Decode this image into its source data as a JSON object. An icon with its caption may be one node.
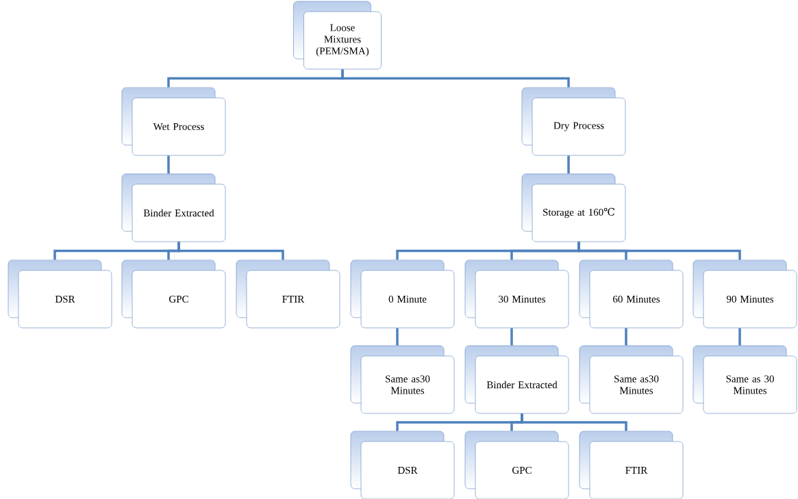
{
  "diagram": {
    "nodes": [
      {
        "text": [
          "Loose Mixtures (PEM/SMA)"
        ]
      },
      {
        "text": [
          "Wet Process"
        ]
      },
      {
        "text": [
          "Dry Process"
        ]
      },
      {
        "text": [
          "Binder Extracted"
        ]
      },
      {
        "text": [
          "Storage at 160℃"
        ]
      },
      {
        "text": [
          "DSR"
        ]
      },
      {
        "text": [
          "GPC"
        ]
      },
      {
        "text": [
          "FTIR"
        ]
      },
      {
        "text": [
          "0 Minute"
        ]
      },
      {
        "text": [
          "30 Minutes"
        ]
      },
      {
        "text": [
          "60 Minutes"
        ]
      },
      {
        "text": [
          "90 Minutes"
        ]
      },
      {
        "text": [
          "Same as30 Minutes"
        ]
      },
      {
        "text": [
          "Binder Extracted"
        ]
      },
      {
        "text": [
          "Same as30 Minutes"
        ]
      },
      {
        "text": [
          "Same as 30 Minutes"
        ]
      },
      {
        "text": [
          "DSR"
        ]
      },
      {
        "text": [
          "GPC"
        ]
      },
      {
        "text": [
          "FTIR"
        ]
      }
    ],
    "edges": [
      {
        "from": 0,
        "to": 1,
        "arrow": "none"
      },
      {
        "from": 0,
        "to": 2,
        "arrow": "none"
      },
      {
        "from": 1,
        "to": 3,
        "arrow": "none"
      },
      {
        "from": 2,
        "to": 4,
        "arrow": "none"
      },
      {
        "from": 3,
        "to": 5,
        "arrow": "none"
      },
      {
        "from": 3,
        "to": 6,
        "arrow": "none"
      },
      {
        "from": 3,
        "to": 7,
        "arrow": "none"
      },
      {
        "from": 4,
        "to": 8,
        "arrow": "none"
      },
      {
        "from": 4,
        "to": 9,
        "arrow": "none"
      },
      {
        "from": 4,
        "to": 10,
        "arrow": "none"
      },
      {
        "from": 4,
        "to": 11,
        "arrow": "none"
      },
      {
        "from": 8,
        "to": 12,
        "arrow": "none"
      },
      {
        "from": 9,
        "to": 13,
        "arrow": "none"
      },
      {
        "from": 10,
        "to": 14,
        "arrow": "none"
      },
      {
        "from": 11,
        "to": 15,
        "arrow": "none"
      },
      {
        "from": 13,
        "to": 16,
        "arrow": "none"
      },
      {
        "from": 13,
        "to": 17,
        "arrow": "none"
      },
      {
        "from": 13,
        "to": 18,
        "arrow": "none"
      }
    ]
  }
}
